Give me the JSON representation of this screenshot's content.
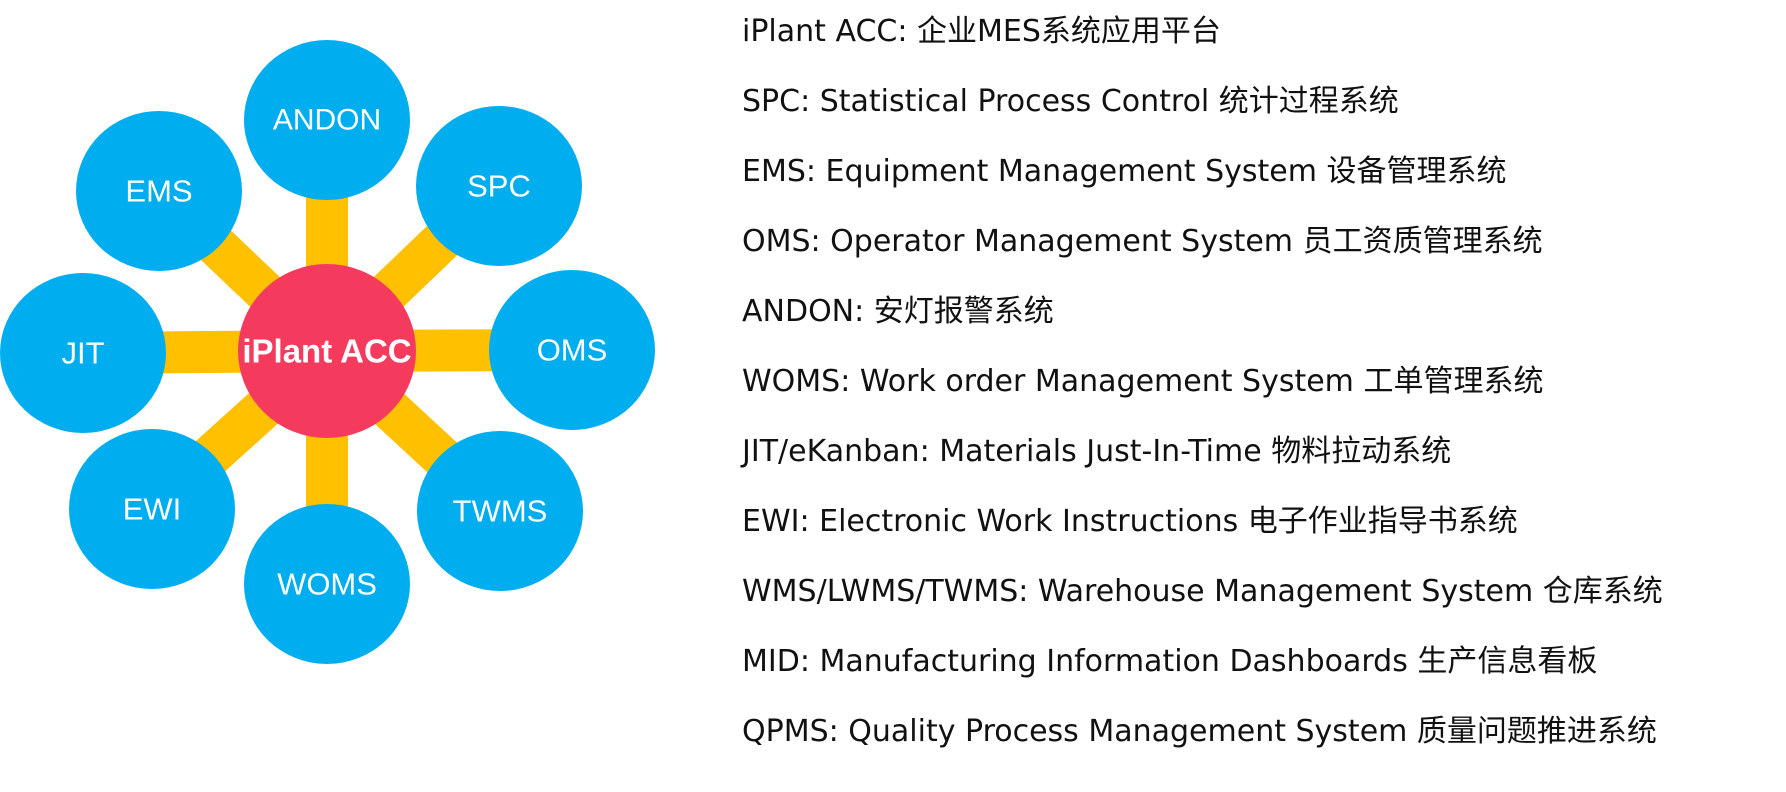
{
  "diagram": {
    "center": {
      "label": "iPlant ACC",
      "color": "#f43b5e"
    },
    "node_color": "#00adee",
    "connector_color": "#ffc000",
    "satellites": [
      {
        "id": "andon",
        "label": "ANDON"
      },
      {
        "id": "spc",
        "label": "SPC"
      },
      {
        "id": "oms",
        "label": "OMS"
      },
      {
        "id": "twms",
        "label": "TWMS"
      },
      {
        "id": "woms",
        "label": "WOMS"
      },
      {
        "id": "ewi",
        "label": "EWI"
      },
      {
        "id": "jit",
        "label": "JIT"
      },
      {
        "id": "ems",
        "label": "EMS"
      }
    ]
  },
  "legend": [
    "iPlant ACC:   企业MES系统应用平台",
    "SPC:  Statistical Process Control  统计过程系统",
    "EMS:  Equipment Management System   设备管理系统",
    "OMS:  Operator Management System  员工资质管理系统",
    "ANDON:  安灯报警系统",
    "WOMS:  Work order Management System  工单管理系统",
    "JIT/eKanban:  Materials Just-In-Time  物料拉动系统",
    "EWI:  Electronic Work Instructions 电子作业指导书系统",
    "WMS/LWMS/TWMS:  Warehouse Management System  仓库系统",
    "MID: Manufacturing Information Dashboards 生产信息看板",
    "QPMS: Quality Process Management System 质量问题推进系统"
  ]
}
